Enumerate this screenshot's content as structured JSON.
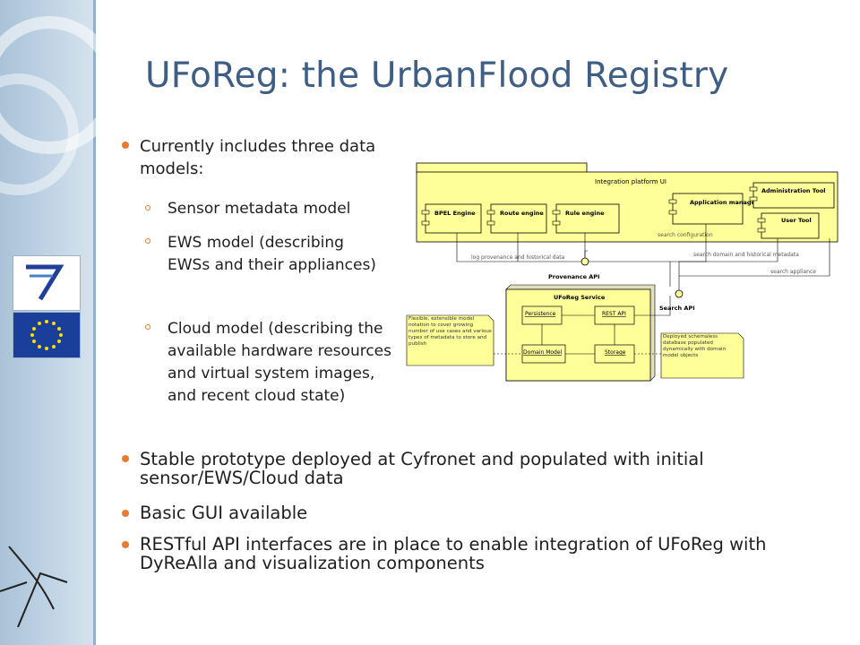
{
  "slide": {
    "title": "UFoReg: the UrbanFlood Registry",
    "bullets": {
      "b1": "Currently includes three data models:",
      "sub1": "Sensor metadata model",
      "sub2": "EWS model (describing EWSs and their appliances)",
      "sub3": "Cloud model (describing the available hardware resources and virtual system images, and recent cloud state)",
      "b2": "Stable prototype deployed at Cyfronet and populated with initial sensor/EWS/Cloud data",
      "b3": "Basic GUI available",
      "b4": "RESTful API interfaces are in place to enable integration of UFoReg with DyReAlla and visualization components"
    },
    "logos": {
      "fp7": "SEVENTH FRAMEWORK PROGRAMME"
    }
  },
  "diagram": {
    "integration_label": "Integration platform UI",
    "components": {
      "bpel": "BPEL Engine",
      "route": "Route engine",
      "rule": "Rule engine",
      "app_manager": "Application manager",
      "admin_tool": "Administration Tool",
      "user_tool": "User Tool"
    },
    "labels": {
      "search_configuration": "search configuration",
      "log_provenance": "log provenance and historical data",
      "search_domain": "search domain and historical metadata",
      "search_appliance": "search appliance",
      "provenance_api": "Provenance API",
      "search_api": "Search API"
    },
    "service": {
      "title": "UFoReg Service",
      "persistence": "Persistence",
      "rest_api": "REST API",
      "domain_model": "Domain Model",
      "storage": "Storage"
    },
    "notes": {
      "left": "Flexible, extensible model notation to cover growing number of use cases and various types of metadata to store and publish",
      "right": "Deployed schemaless database populated dynamically with domain model objects"
    }
  },
  "colors": {
    "title": "#3e5e86",
    "bullet": "#e87a33",
    "yellow": "#ffff99"
  }
}
